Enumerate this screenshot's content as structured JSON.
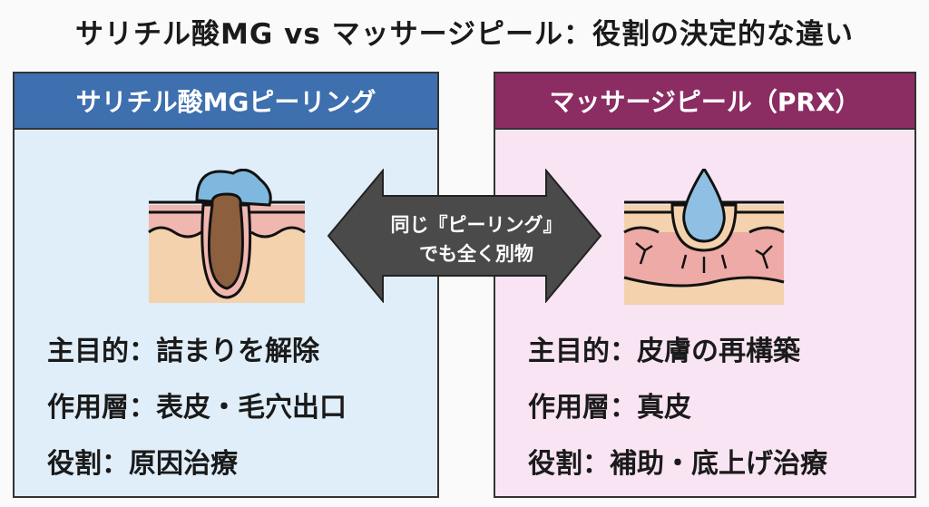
{
  "title": "サリチル酸MG vs マッサージピール：役割の決定的な違い",
  "left": {
    "header": "サリチル酸MGピーリング",
    "lines": [
      "主目的：詰まりを解除",
      "作用層：表皮・毛穴出口",
      "役割：原因治療"
    ],
    "color": "#3e6fae"
  },
  "right": {
    "header": "マッサージピール（PRX）",
    "lines": [
      "主目的：皮膚の再構築",
      "作用層：真皮",
      "役割：補助・底上げ治療"
    ],
    "color": "#8b2c62"
  },
  "arrow": {
    "line1": "同じ『ピーリング』",
    "line2": "でも全く別物"
  }
}
